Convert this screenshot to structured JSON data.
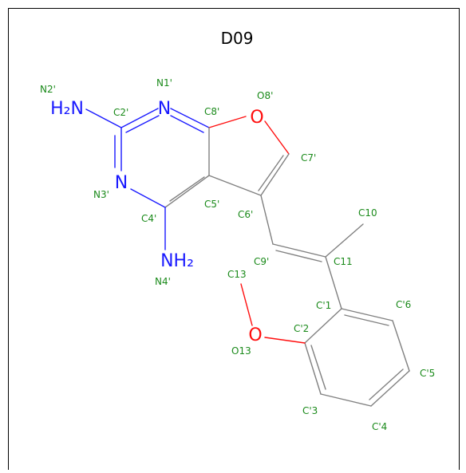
{
  "title": "D09",
  "colors": {
    "bond": "#808080",
    "label": "#1a8a1a",
    "nitrogen": "#1a1aff",
    "oxygen": "#ff0d0d",
    "title": "#000000"
  },
  "atoms": [
    {
      "id": "N2p",
      "element": "N",
      "symbol": "H₂N",
      "label": "N2'"
    },
    {
      "id": "N1p",
      "element": "N",
      "symbol": "N",
      "label": "N1'"
    },
    {
      "id": "C2p",
      "element": "C",
      "symbol": "",
      "label": "C2'"
    },
    {
      "id": "C8p",
      "element": "C",
      "symbol": "",
      "label": "C8'"
    },
    {
      "id": "O8p",
      "element": "O",
      "symbol": "O",
      "label": "O8'"
    },
    {
      "id": "C7p",
      "element": "C",
      "symbol": "",
      "label": "C7'"
    },
    {
      "id": "N3p",
      "element": "N",
      "symbol": "N",
      "label": "N3'"
    },
    {
      "id": "C5p",
      "element": "C",
      "symbol": "",
      "label": "C5'"
    },
    {
      "id": "C4p",
      "element": "C",
      "symbol": "",
      "label": "C4'"
    },
    {
      "id": "C6p",
      "element": "C",
      "symbol": "",
      "label": "C6'"
    },
    {
      "id": "N4p",
      "element": "N",
      "symbol": "NH₂",
      "label": "N4'"
    },
    {
      "id": "C10",
      "element": "C",
      "symbol": "",
      "label": "C10"
    },
    {
      "id": "C9p",
      "element": "C",
      "symbol": "",
      "label": "C9'"
    },
    {
      "id": "C11",
      "element": "C",
      "symbol": "",
      "label": "C11"
    },
    {
      "id": "C13",
      "element": "C",
      "symbol": "",
      "label": "C13"
    },
    {
      "id": "Cq1",
      "element": "C",
      "symbol": "",
      "label": "C'1"
    },
    {
      "id": "Cq6",
      "element": "C",
      "symbol": "",
      "label": "C'6"
    },
    {
      "id": "Cq2",
      "element": "C",
      "symbol": "",
      "label": "C'2"
    },
    {
      "id": "O13",
      "element": "O",
      "symbol": "O",
      "label": "O13"
    },
    {
      "id": "Cq5",
      "element": "C",
      "symbol": "",
      "label": "C'5"
    },
    {
      "id": "Cq3",
      "element": "C",
      "symbol": "",
      "label": "C'3"
    },
    {
      "id": "Cq4",
      "element": "C",
      "symbol": "",
      "label": "C'4"
    }
  ]
}
